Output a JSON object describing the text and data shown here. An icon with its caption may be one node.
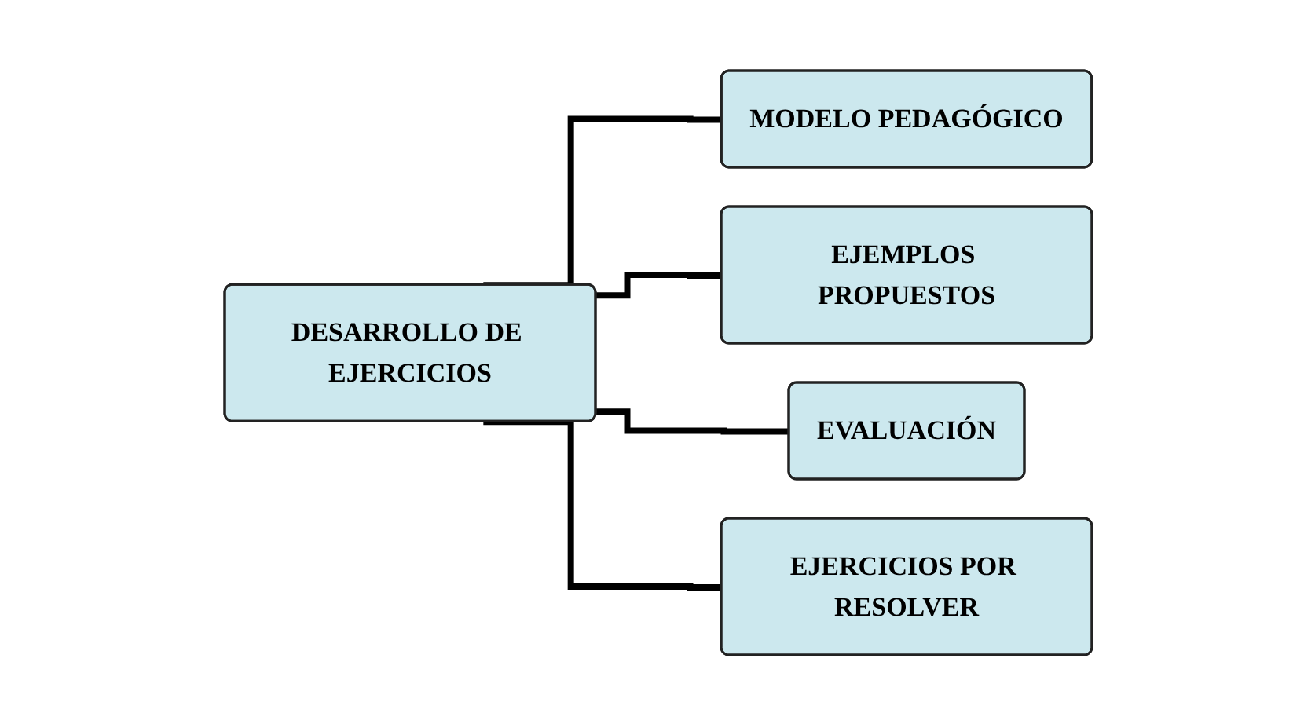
{
  "diagram": {
    "nodes": [
      {
        "text": [
          "DESARROLLO DE EJERCICIOS"
        ]
      },
      {
        "text": [
          "MODELO PEDAGÓGICO"
        ]
      },
      {
        "text": [
          "EJEMPLOS PROPUESTOS"
        ]
      },
      {
        "text": [
          "EVALUACIÓN"
        ]
      },
      {
        "text": [
          "EJERCICIOS POR RESOLVER"
        ]
      }
    ],
    "edges": [
      {
        "from": 0,
        "to": 1,
        "arrow": "none"
      },
      {
        "from": 0,
        "to": 2,
        "arrow": "none"
      },
      {
        "from": 0,
        "to": 3,
        "arrow": "none"
      },
      {
        "from": 0,
        "to": 4,
        "arrow": "none"
      }
    ]
  }
}
